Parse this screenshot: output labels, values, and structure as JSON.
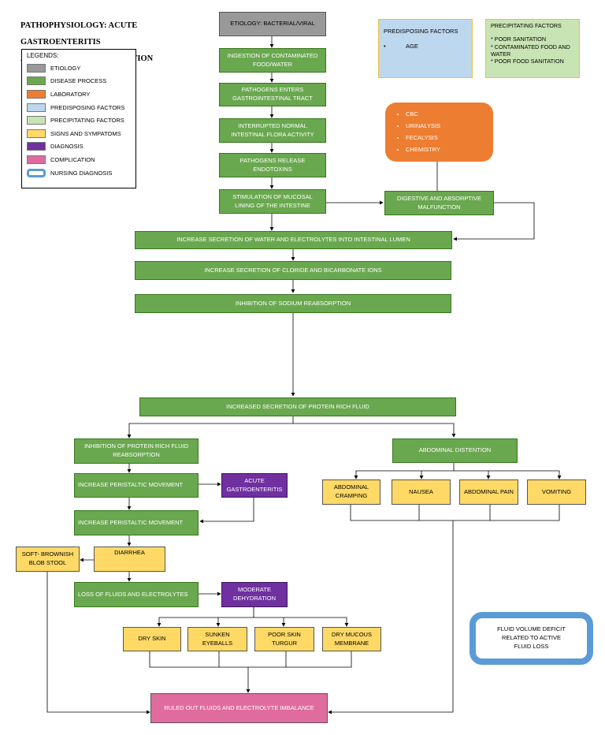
{
  "title": {
    "line1": "PATHOPHYSIOLOGY: ACUTE GASTROENTERITIS",
    "line2": "AND MODERATE DEHYDRATION"
  },
  "legend": {
    "title": "LEGENDS:",
    "items": [
      {
        "label": "ETIOLOGY",
        "color": "#999999"
      },
      {
        "label": "DISEASE PROCESS",
        "color": "#6aa84f"
      },
      {
        "label": "LABORATORY",
        "color": "#ed7d31"
      },
      {
        "label": "PREDISPOSING FACTORS",
        "color": "#bdd7ee"
      },
      {
        "label": "PRECIPITATING FACTORS",
        "color": "#c9e4b4"
      },
      {
        "label": "SIGNS AND SYMPATOMS",
        "color": "#ffd966"
      },
      {
        "label": "DIAGNOSIS",
        "color": "#7030a0"
      },
      {
        "label": "COMPLICATION",
        "color": "#e06c9f"
      },
      {
        "label": "NURSING DIAGNOSIS",
        "color": "#5b9bd5"
      }
    ]
  },
  "predisposing": {
    "title": "PREDISPOSING FACTORS",
    "item": "AGE"
  },
  "precipitating": {
    "title": "PRECIPITATING FACTORS",
    "items": [
      "* POOR SANITATION",
      "* CONTAMINATED FOOD AND WATER",
      "* POOR FOOD SANITATION"
    ]
  },
  "laboratory": [
    "CBC",
    "URINALYSIS",
    "FECALYSIS",
    "CHEMISTRY"
  ],
  "nodes": {
    "etiology": "ETIOLOGY: BACTERIAL/VIRAL",
    "ingestion": "INGESTION OF CONTAMINATED FOOD/WATER",
    "pathogens_enter": "PATHOGENS ENTERS GASTROINTESTINAL TRACT",
    "interrupted": "INTERRUPTED NORMAL INTESTINAL FLORA ACTIVITY",
    "endotoxins": "PATHOGENS RELEASE ENDOTOXINS",
    "stimulation": "STIMULATION OF MUCOSAL LINING OF THE INTESTINE",
    "digestive": "DIGESTIVE AND ABSORPTIVE MALFUNCTION",
    "increase_water": "INCREASE SECRETION OF WATER AND ELECTROLYTES INTO INTESTINAL LUMEN",
    "increase_chloride": "INCREASE SECRETION OF CLORIDE AND BICARBONATE IONS",
    "inhibition_sodium": "INHIBITION OF SODIUM REABSORPTION",
    "protein_fluid": "INCREASED SECRETION OF PROTEIN RICH FLUID",
    "inhibition_protein": "INHIBITION OF PROTEIN RICH FLUID REABSORPTION",
    "peristaltic1": "INCREASE PERISTALTIC MOVEMENT",
    "acute_gastro": "ACUTE GASTROENTERITIS",
    "peristaltic2": "INCREASE PERISTALTIC MOVEMENT",
    "diarrhea": "DIARRHEA",
    "blob_stool": "SOFT- BROWNISH BLOB STOOL",
    "loss_fluids": "LOSS OF FLUIDS AND ELECTROLYTES",
    "moderate_dehydration": "MODERATE DEHYDRATION",
    "dry_skin": "DRY SKIN",
    "sunken_eyeballs": "SUNKEN EYEBALLS",
    "poor_skin_turgur": "POOR SKIN TURGUR",
    "dry_mucous": "DRY MUCOUS MEMBRANE",
    "abdominal_distention": "ABDOMINAL DISTENTION",
    "abdominal_cramping": "ABDOMINAL CRAMPING",
    "nausea": "NAUSEA",
    "abdominal_pain": "ABDOMINAL PAIN",
    "vomiting": "VOMITING",
    "complication": "RULED OUT FLUIDS AND ELECTROLYTE IMBALANCE",
    "nursing_diagnosis": "FLUID VOLUME DEFICIT RELATED TO ACTIVE FLUID LOSS"
  }
}
